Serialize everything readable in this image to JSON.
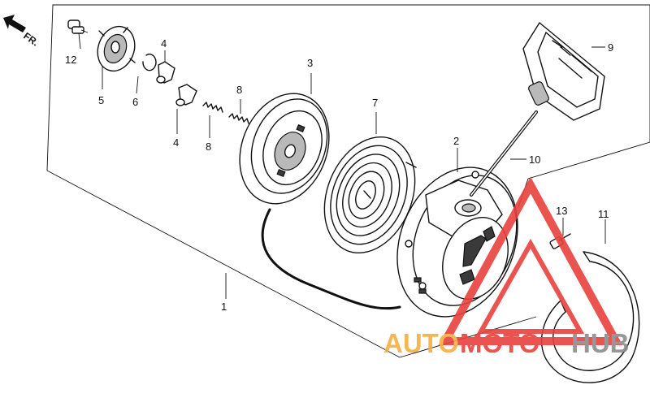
{
  "direction": {
    "label": "FR."
  },
  "callouts": [
    {
      "id": "c1",
      "text": "1"
    },
    {
      "id": "c2",
      "text": "2"
    },
    {
      "id": "c3",
      "text": "3"
    },
    {
      "id": "c4a",
      "text": "4"
    },
    {
      "id": "c4b",
      "text": "4"
    },
    {
      "id": "c5",
      "text": "5"
    },
    {
      "id": "c6",
      "text": "6"
    },
    {
      "id": "c7",
      "text": "7"
    },
    {
      "id": "c8a",
      "text": "8"
    },
    {
      "id": "c8b",
      "text": "8"
    },
    {
      "id": "c9",
      "text": "9"
    },
    {
      "id": "c10",
      "text": "10"
    },
    {
      "id": "c11",
      "text": "11"
    },
    {
      "id": "c12",
      "text": "12"
    },
    {
      "id": "c13",
      "text": "13"
    }
  ],
  "watermark": {
    "part1": "AUTO",
    "part2": "MOTO",
    "part3": "HUB",
    "colors": {
      "auto": "#f5b041",
      "moto": "#e8413c",
      "hub": "#8c8c8c",
      "triangle": "#e8413c"
    }
  }
}
